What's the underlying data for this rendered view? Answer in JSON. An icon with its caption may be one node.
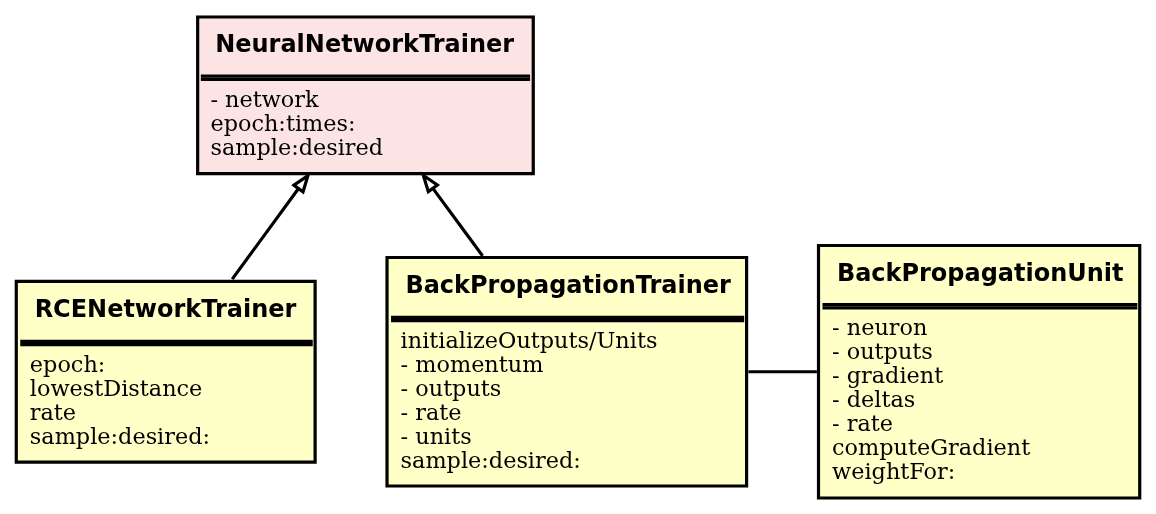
{
  "diagram": {
    "nodes": [
      {
        "text": [
          "NeuralNetworkTrainer",
          "- network",
          "epoch:times:",
          "sample:desired"
        ]
      },
      {
        "text": [
          "RCENetworkTrainer",
          "epoch:",
          "lowestDistance",
          "rate",
          "sample:desired:"
        ]
      },
      {
        "text": [
          "BackPropagationTrainer",
          "initializeOutputs/Units",
          "- momentum",
          "- outputs",
          "- rate",
          "- units",
          "sample:desired:"
        ]
      },
      {
        "text": [
          "BackPropagationUnit",
          "- neuron",
          "- outputs",
          "- gradient",
          "- deltas",
          "- rate",
          "computeGradient",
          "weightFor:"
        ]
      }
    ],
    "edges": [
      {
        "from": 1,
        "to": 0,
        "arrow": "to"
      },
      {
        "from": 2,
        "to": 0,
        "arrow": "to"
      },
      {
        "from": 2,
        "to": 3,
        "arrow": "none"
      }
    ]
  }
}
